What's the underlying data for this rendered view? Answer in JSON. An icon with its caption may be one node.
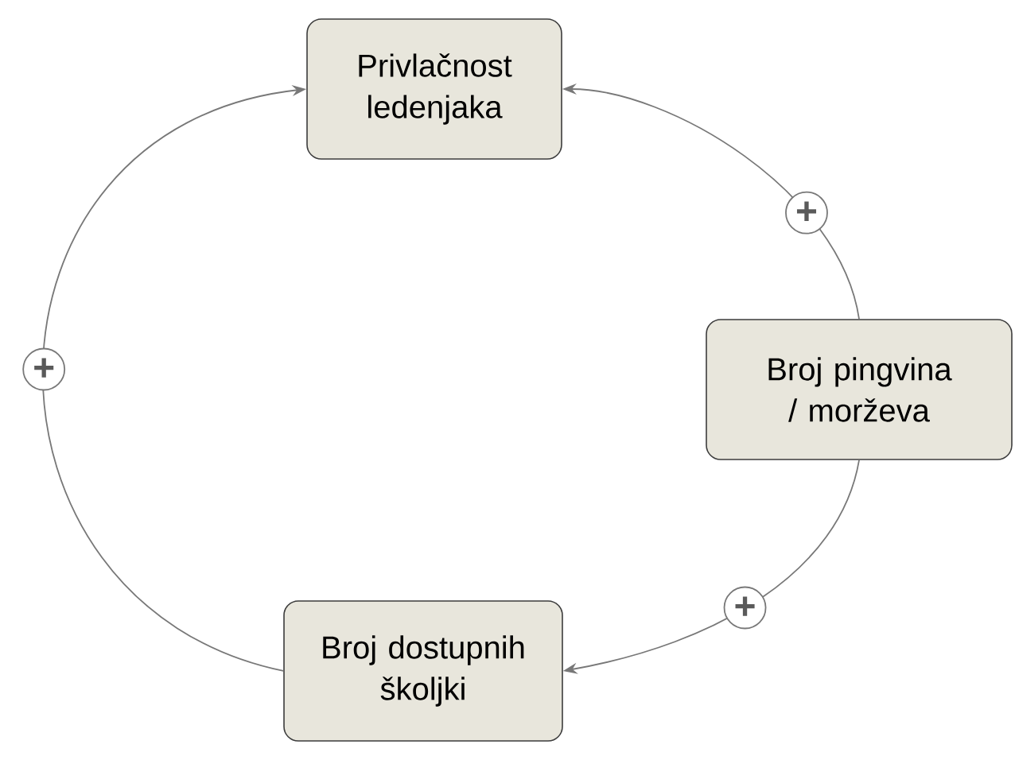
{
  "diagram": {
    "nodes": [
      {
        "text": [
          "Privlačnost ledenjaka"
        ]
      },
      {
        "text": [
          "Broj pingvina / morževa"
        ]
      },
      {
        "text": [
          "Broj dostupnih školjki"
        ]
      }
    ],
    "edges": [
      {
        "from": 1,
        "to": 0,
        "arrow": "to",
        "label": "+"
      },
      {
        "from": 1,
        "to": 2,
        "arrow": "to",
        "label": "+"
      },
      {
        "from": 2,
        "to": 0,
        "arrow": "to",
        "label": "+"
      }
    ]
  }
}
